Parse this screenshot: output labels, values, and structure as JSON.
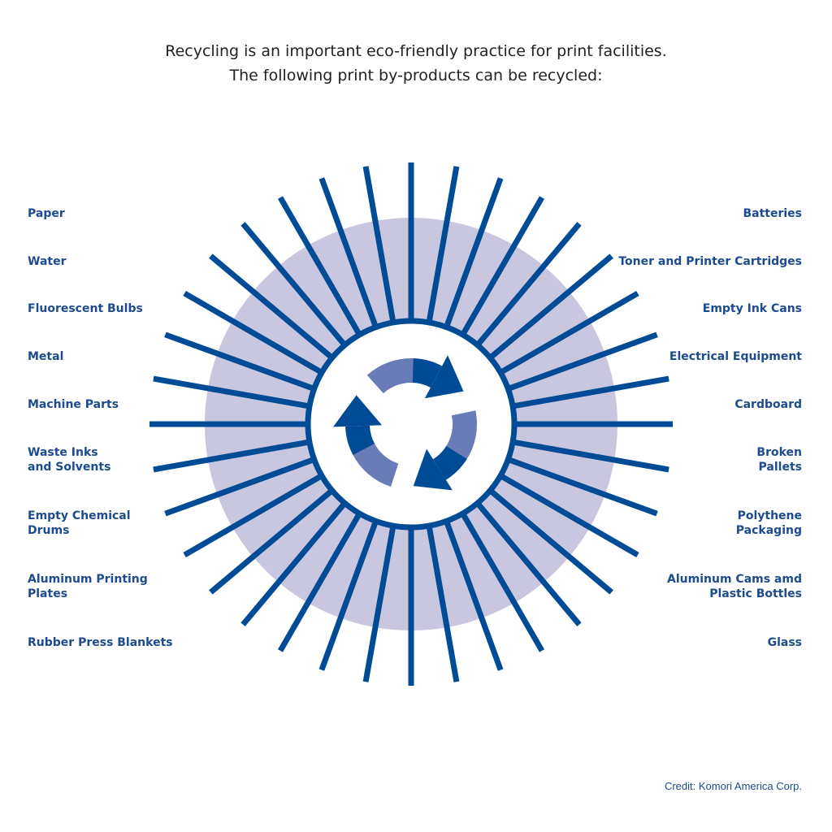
{
  "title": {
    "line1": "Recycling is an important eco-friendly practice for print facilities.",
    "line2": "The following print by-products can be recycled:"
  },
  "left_items": [
    [
      "Paper"
    ],
    [
      "Water"
    ],
    [
      "Fluorescent Bulbs"
    ],
    [
      "Metal"
    ],
    [
      "Machine Parts"
    ],
    [
      "Waste Inks",
      "and Solvents"
    ],
    [
      "Empty Chemical",
      "Drums"
    ],
    [
      "Aluminum Printing",
      "Plates"
    ],
    [
      "Rubber Press Blankets"
    ]
  ],
  "right_items": [
    [
      "Batteries"
    ],
    [
      "Toner and Printer Cartridges"
    ],
    [
      "Empty Ink Cans"
    ],
    [
      "Electrical Equipment"
    ],
    [
      "Cardboard"
    ],
    [
      "Broken",
      "Pallets"
    ],
    [
      "Polythene",
      "Packaging"
    ],
    [
      "Aluminum Cams amd",
      "Plastic Bottles"
    ],
    [
      "Glass"
    ]
  ],
  "credit": "Credit: Komori America Corp.",
  "center_icon": "recycle-icon",
  "colors": {
    "primary_blue": "#004b96",
    "light_arrow": "#6a7cb8",
    "disk": "#c9c7df",
    "label": "#1d4b8f"
  }
}
